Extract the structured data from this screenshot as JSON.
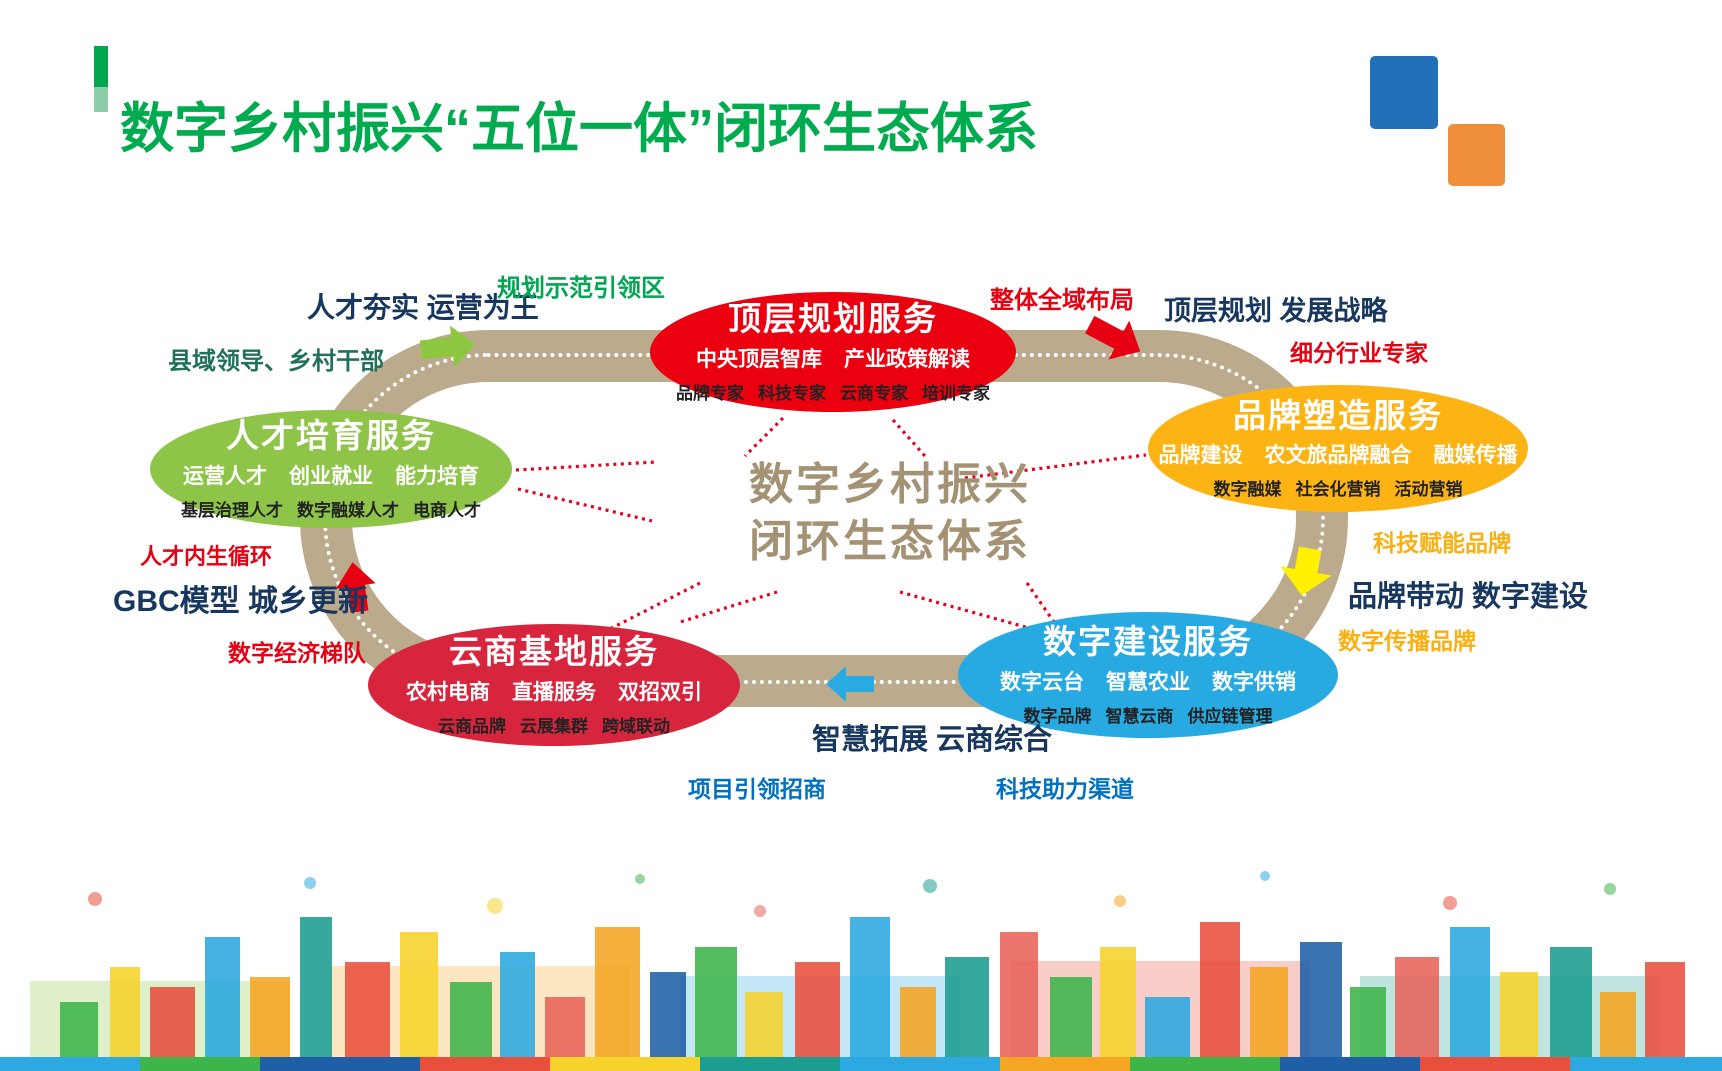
{
  "slide": {
    "title": "数字乡村振兴“五位一体”闭环生态体系",
    "center_title": {
      "line1": "数字乡村振兴",
      "line2": "闭环生态体系"
    }
  },
  "nodes": {
    "top_planning": {
      "title": "顶层规划服务",
      "row1": [
        "中央顶层智库",
        "产业政策解读"
      ],
      "row2": [
        "品牌专家",
        "科技专家",
        "云商专家",
        "培训专家"
      ],
      "color": "#EB0010"
    },
    "talent": {
      "title": "人才培育服务",
      "row1": [
        "运营人才",
        "创业就业",
        "能力培育"
      ],
      "row2": [
        "基层治理人才",
        "数字融媒人才",
        "电商人才"
      ],
      "color": "#8EC549"
    },
    "brand": {
      "title": "品牌塑造服务",
      "row1": [
        "品牌建设",
        "农文旅品牌融合",
        "融媒传播"
      ],
      "row2": [
        "数字融媒",
        "社会化营销",
        "活动营销"
      ],
      "color": "#FCB415"
    },
    "cloud_base": {
      "title": "云商基地服务",
      "row1": [
        "农村电商",
        "直播服务",
        "双招双引"
      ],
      "row2": [
        "云商品牌",
        "云展集群",
        "跨域联动"
      ],
      "color": "#D7253E"
    },
    "digital_build": {
      "title": "数字建设服务",
      "row1": [
        "数字云台",
        "智慧农业",
        "数字供销"
      ],
      "row2": [
        "数字品牌",
        "智慧云商",
        "供应链管理"
      ],
      "color": "#27AAE1"
    }
  },
  "labels": {
    "talent_solid": "人才夯实 运营为王",
    "planning_demo": "规划示范引领区",
    "overall_layout": "整体全域布局",
    "top_strategy": "顶层规划 发展战略",
    "county_leaders": "县域领导、乡村干部",
    "industry_experts": "细分行业专家",
    "talent_cycle": "人才内生循环",
    "gbc_model": "GBC模型 城乡更新",
    "digital_economy": "数字经济梯队",
    "tech_brand": "科技赋能品牌",
    "brand_drive": "品牌带动 数字建设",
    "digital_spread": "数字传播品牌",
    "smart_expand": "智慧拓展 云商综合",
    "project_invest": "项目引领招商",
    "tech_channel": "科技助力渠道"
  },
  "colors": {
    "title_green": "#00AB4F",
    "ring_tan": "#BCAA8C",
    "center_text_tan": "#A49274",
    "navy_label": "#17375E",
    "red_label": "#E60012",
    "green_label": "#00A651",
    "dark_green_label": "#21715A",
    "orange_label": "#F9B012",
    "blue_label": "#0070C0",
    "arrow_green": "#8DC63F",
    "arrow_yellow": "#FFF100",
    "arrow_blue": "#29ABE2",
    "arrow_red": "#E60012",
    "decor_blue_square": "#2170B8",
    "decor_orange_square": "#EF8F3C"
  }
}
